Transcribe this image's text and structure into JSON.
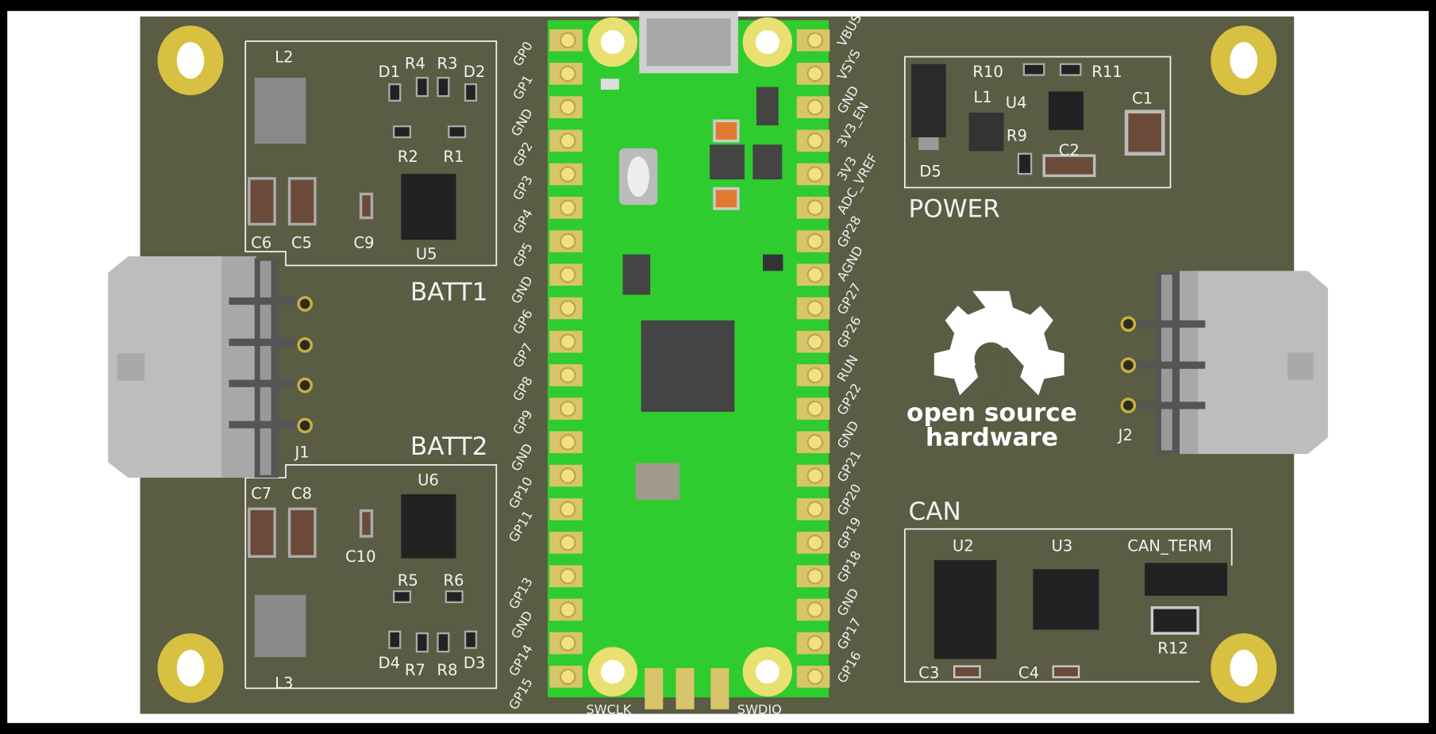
{
  "board": {
    "colors": {
      "pcb": "#5a5c43",
      "pico": "#2ecc2e",
      "pad": "#d8c46a",
      "silk": "#f2f2f2",
      "connector": "#bdbdbd"
    },
    "sections": {
      "batt1": "BATT1",
      "batt2": "BATT2",
      "power": "POWER",
      "can": "CAN"
    },
    "refs": {
      "L2": "L2",
      "D1": "D1",
      "R4": "R4",
      "R3": "R3",
      "D2": "D2",
      "R2": "R2",
      "R1": "R1",
      "C6": "C6",
      "C5": "C5",
      "C9": "C9",
      "U5": "U5",
      "J1": "J1",
      "C7": "C7",
      "C8": "C8",
      "U6": "U6",
      "C10": "C10",
      "R5": "R5",
      "R6": "R6",
      "D4": "D4",
      "R7": "R7",
      "R8": "R8",
      "D3": "D3",
      "L3": "L3",
      "R10": "R10",
      "R11": "R11",
      "L1": "L1",
      "U4": "U4",
      "C1": "C1",
      "R9": "R9",
      "C2": "C2",
      "D5": "D5",
      "U2": "U2",
      "U3": "U3",
      "CAN_TERM": "CAN_TERM",
      "R12": "R12",
      "C3": "C3",
      "C4": "C4",
      "J2": "J2",
      "SWCLK": "SWCLK",
      "SWDIO": "SWDIO"
    },
    "oshw_logo": {
      "line1": "open source",
      "line2": "hardware"
    },
    "left_pins": [
      "GP0",
      "GP1",
      "GND",
      "GP2",
      "GP3",
      "GP4",
      "GP5",
      "GND",
      "GP6",
      "GP7",
      "GP8",
      "GP9",
      "GND",
      "GP10",
      "GP11",
      "",
      "GP13",
      "GND",
      "GP14",
      "GP15"
    ],
    "right_pins": [
      "VBUS",
      "VSYS",
      "GND",
      "3V3_EN",
      "3V3",
      "ADC_VREF",
      "GP28",
      "AGND",
      "GP27",
      "GP26",
      "RUN",
      "GP22",
      "GND",
      "GP21",
      "GP20",
      "GP19",
      "GP18",
      "GND",
      "GP17",
      "GP16"
    ]
  }
}
